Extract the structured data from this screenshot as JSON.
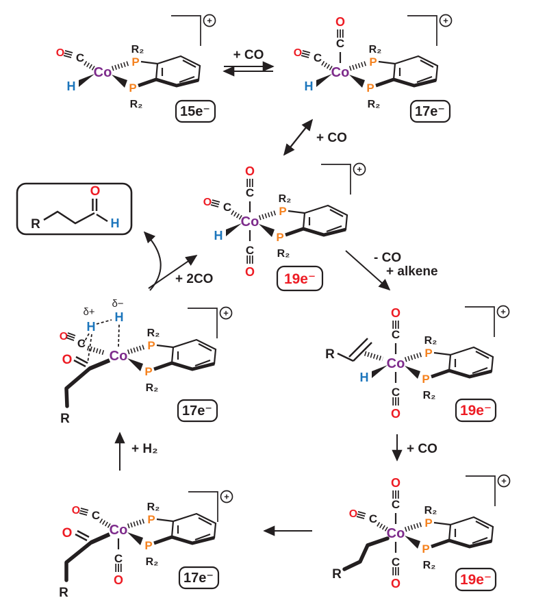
{
  "colors": {
    "oxygen": "#ed1c24",
    "hydrogen": "#1b75bc",
    "cobalt": "#7d2b8b",
    "phosphorus": "#f5821f",
    "bond": "#231f20",
    "electron_count_highlight": "#ed1c24",
    "background": "#ffffff"
  },
  "icons": {
    "charge_badge": "circled-plus"
  },
  "atoms": {
    "cobalt": "Co",
    "phosphorus": "P",
    "r2": "R₂",
    "hydrogen": "H",
    "carbon": "C",
    "oxygen": "O",
    "r": "R",
    "delta_plus": "δ+",
    "delta_minus": "δ−"
  },
  "charge": "+",
  "complexes": {
    "c1": {
      "electron_count": "15e⁻"
    },
    "c2": {
      "electron_count": "17e⁻"
    },
    "c3": {
      "electron_count": "19e⁻"
    },
    "c4": {
      "electron_count": "19e⁻"
    },
    "c5": {
      "electron_count": "19e⁻"
    },
    "c6": {
      "electron_count": "17e⁻"
    },
    "c7": {
      "electron_count": "17e⁻"
    }
  },
  "arrows": {
    "eq_top": "+ CO",
    "eq_diag": "+ CO",
    "dissoc_line1": "- CO",
    "dissoc_line2": "+ alkene",
    "co_addition": "+ CO",
    "h2_addition": "+ H₂",
    "release": "+ 2CO"
  }
}
